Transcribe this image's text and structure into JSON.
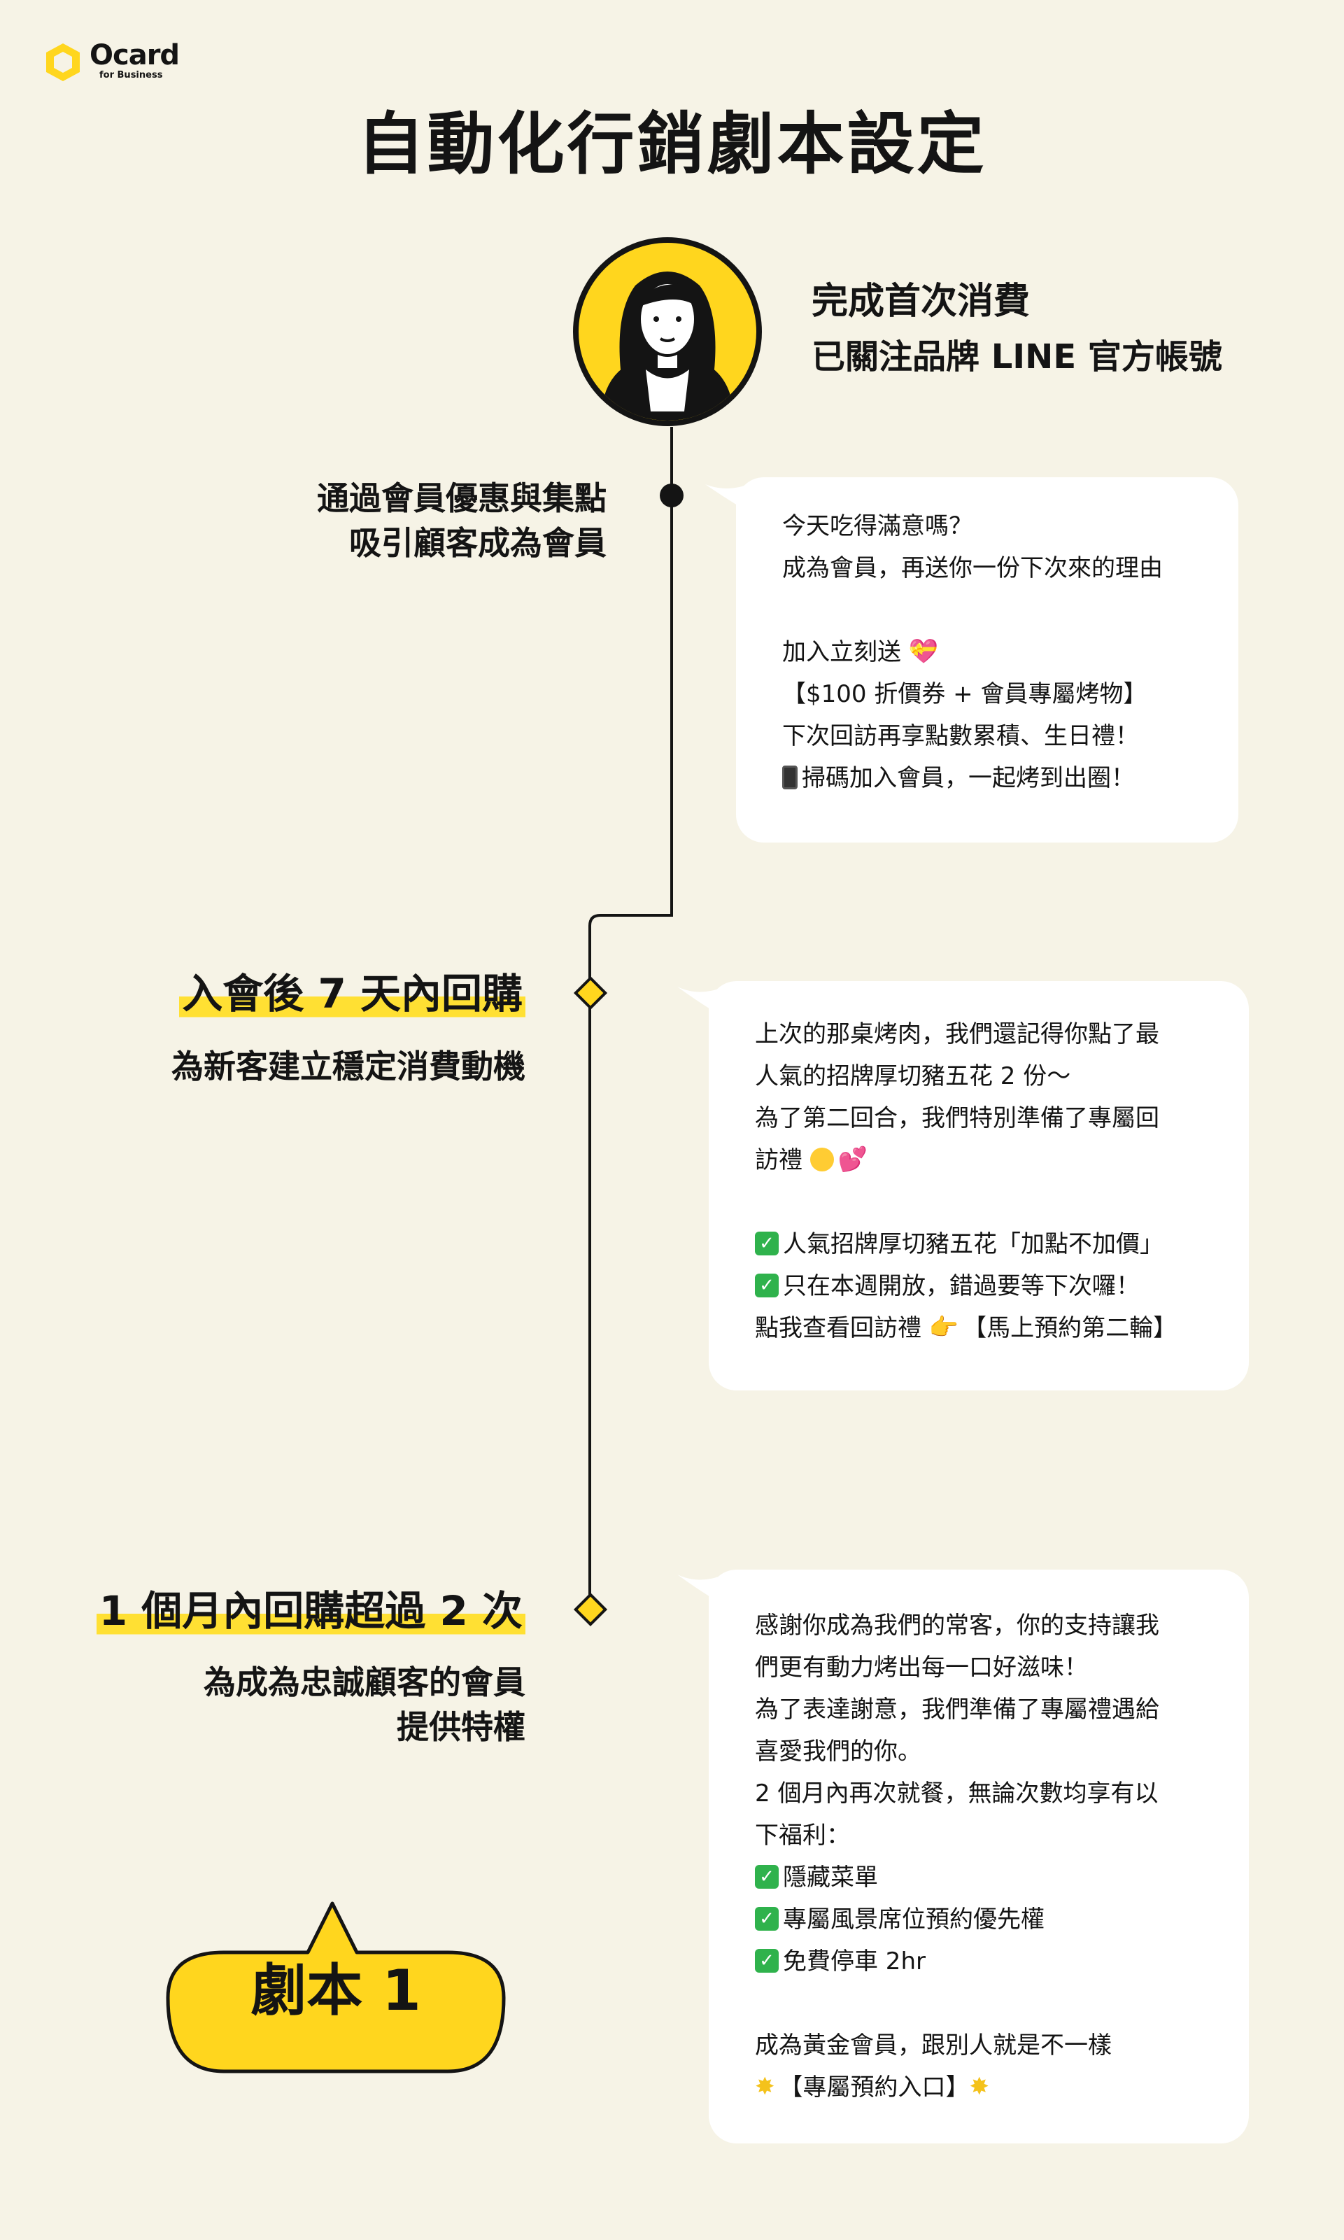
{
  "brand": {
    "name": "Ocard",
    "tagline": "for Business",
    "accent_color": "#ffd61e",
    "background_color": "#f6f3e6"
  },
  "page_title": "自動化行銷劇本設定",
  "trigger": {
    "title": "完成首次消費",
    "subtitle": "已關注品牌 LINE 官方帳號"
  },
  "steps": [
    {
      "title": "",
      "description_lines": [
        "通過會員優惠與集點",
        "吸引顧客成為會員"
      ],
      "marker": "dot",
      "message_lines": [
        {
          "text": "今天吃得滿意嗎？"
        },
        {
          "text": "成為會員，再送你一份下次來的理由"
        },
        {
          "text": ""
        },
        {
          "text": "加入立刻送 ",
          "emoji_after": "gift-heart-icon"
        },
        {
          "text": "【$100 折價券 + 會員專屬烤物】"
        },
        {
          "text": "下次回訪再享點數累積、生日禮！"
        },
        {
          "text": "掃碼加入會員，一起烤到出圈！",
          "emoji_before": "mobile-phone-icon"
        }
      ]
    },
    {
      "title": "入會後 7 天內回購",
      "description_lines": [
        "為新客建立穩定消費動機"
      ],
      "marker": "diamond",
      "message_lines": [
        {
          "text": "上次的那桌烤肉，我們還記得你點了最"
        },
        {
          "text": "人氣的招牌厚切豬五花 2 份～"
        },
        {
          "text": "為了第二回合，我們特別準備了專屬回"
        },
        {
          "text": "訪禮 ",
          "emoji_after": "smiling-hearts-icon"
        },
        {
          "text": ""
        },
        {
          "text": "人氣招牌厚切豬五花「加點不加價」",
          "emoji_before": "check-mark-icon"
        },
        {
          "text": "只在本週開放，錯過要等下次囉！",
          "emoji_before": "check-mark-icon"
        },
        {
          "text": "點我查看回訪禮 ",
          "emoji_after": "pointing-hand-icon",
          "text_after": "【馬上預約第二輪】"
        }
      ]
    },
    {
      "title": "1 個月內回購超過 2 次",
      "description_lines": [
        "為成為忠誠顧客的會員",
        "提供特權"
      ],
      "marker": "diamond",
      "message_lines": [
        {
          "text": "感謝你成為我們的常客，你的支持讓我"
        },
        {
          "text": "們更有動力烤出每一口好滋味！"
        },
        {
          "text": "為了表達謝意，我們準備了專屬禮遇給"
        },
        {
          "text": "喜愛我們的你。"
        },
        {
          "text": "2 個月內再次就餐，無論次數均享有以"
        },
        {
          "text": "下福利："
        },
        {
          "text": "隱藏菜單",
          "emoji_before": "check-mark-icon"
        },
        {
          "text": "專屬風景席位預約優先權",
          "emoji_before": "check-mark-icon"
        },
        {
          "text": "免費停車 2hr",
          "emoji_before": "check-mark-icon"
        },
        {
          "text": ""
        },
        {
          "text": "成為黃金會員，跟別人就是不一樣"
        },
        {
          "text": "【專屬預約入口】",
          "emoji_before": "sparkle-icon",
          "emoji_after": "sparkle-icon"
        }
      ]
    }
  ],
  "script_badge": "劇本 1"
}
